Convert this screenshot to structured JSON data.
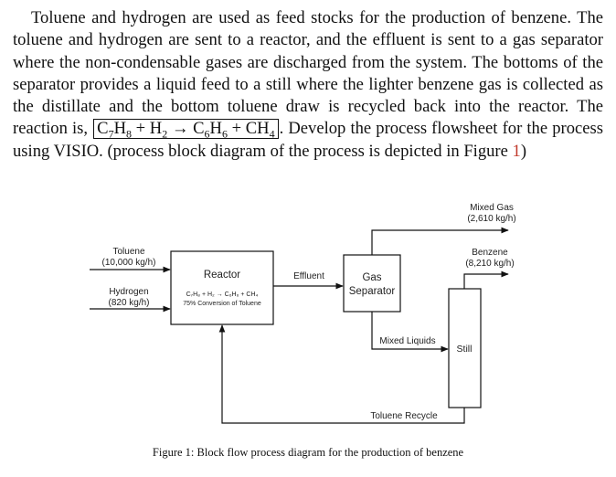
{
  "paragraph": {
    "text_before": "Toluene and hydrogen are used as feed stocks for the production of benzene. The toluene and hydrogen are sent to a reactor, and the effluent is sent to a gas separator where the non-condensable gases are discharged from the system. The bottoms of the separator provides a liquid feed to a still where the lighter benzene gas is collected as the distillate and the bottom toluene draw is recycled back into the reactor. The reaction is, ",
    "equation": {
      "r1": "C",
      "r1_sub1": "7",
      "r1_mid": "H",
      "r1_sub2": "8",
      "plus1": " + H",
      "h2_sub": "2",
      "arrow": " → C",
      "p1_sub1": "6",
      "p1_mid": "H",
      "p1_sub2": "6",
      "plus2": " + CH",
      "ch4_sub": "4"
    },
    "text_after": ". Develop the process flowsheet for the process using VISIO. (process block diagram of the process is depicted in Figure ",
    "figure_ref": "1",
    "text_end": ")"
  },
  "diagram": {
    "toluene_label": "Toluene",
    "toluene_flow": "(10,000 kg/h)",
    "hydrogen_label": "Hydrogen",
    "hydrogen_flow": "(820 kg/h)",
    "reactor_label": "Reactor",
    "reactor_reaction": "C₇H₈ + H₂ → C₆H₆ + CH₄",
    "reactor_conversion": "75% Conversion of Toluene",
    "effluent_label": "Effluent",
    "separator_label_line1": "Gas",
    "separator_label_line2": "Separator",
    "mixed_gas_label": "Mixed Gas",
    "mixed_gas_flow": "(2,610 kg/h)",
    "benzene_label": "Benzene",
    "benzene_flow": "(8,210 kg/h)",
    "mixed_liquids_label": "Mixed Liquids",
    "still_label": "Still",
    "toluene_recycle_label": "Toluene Recycle"
  },
  "caption": {
    "text": "Figure 1: Block flow process diagram for the production of benzene"
  }
}
